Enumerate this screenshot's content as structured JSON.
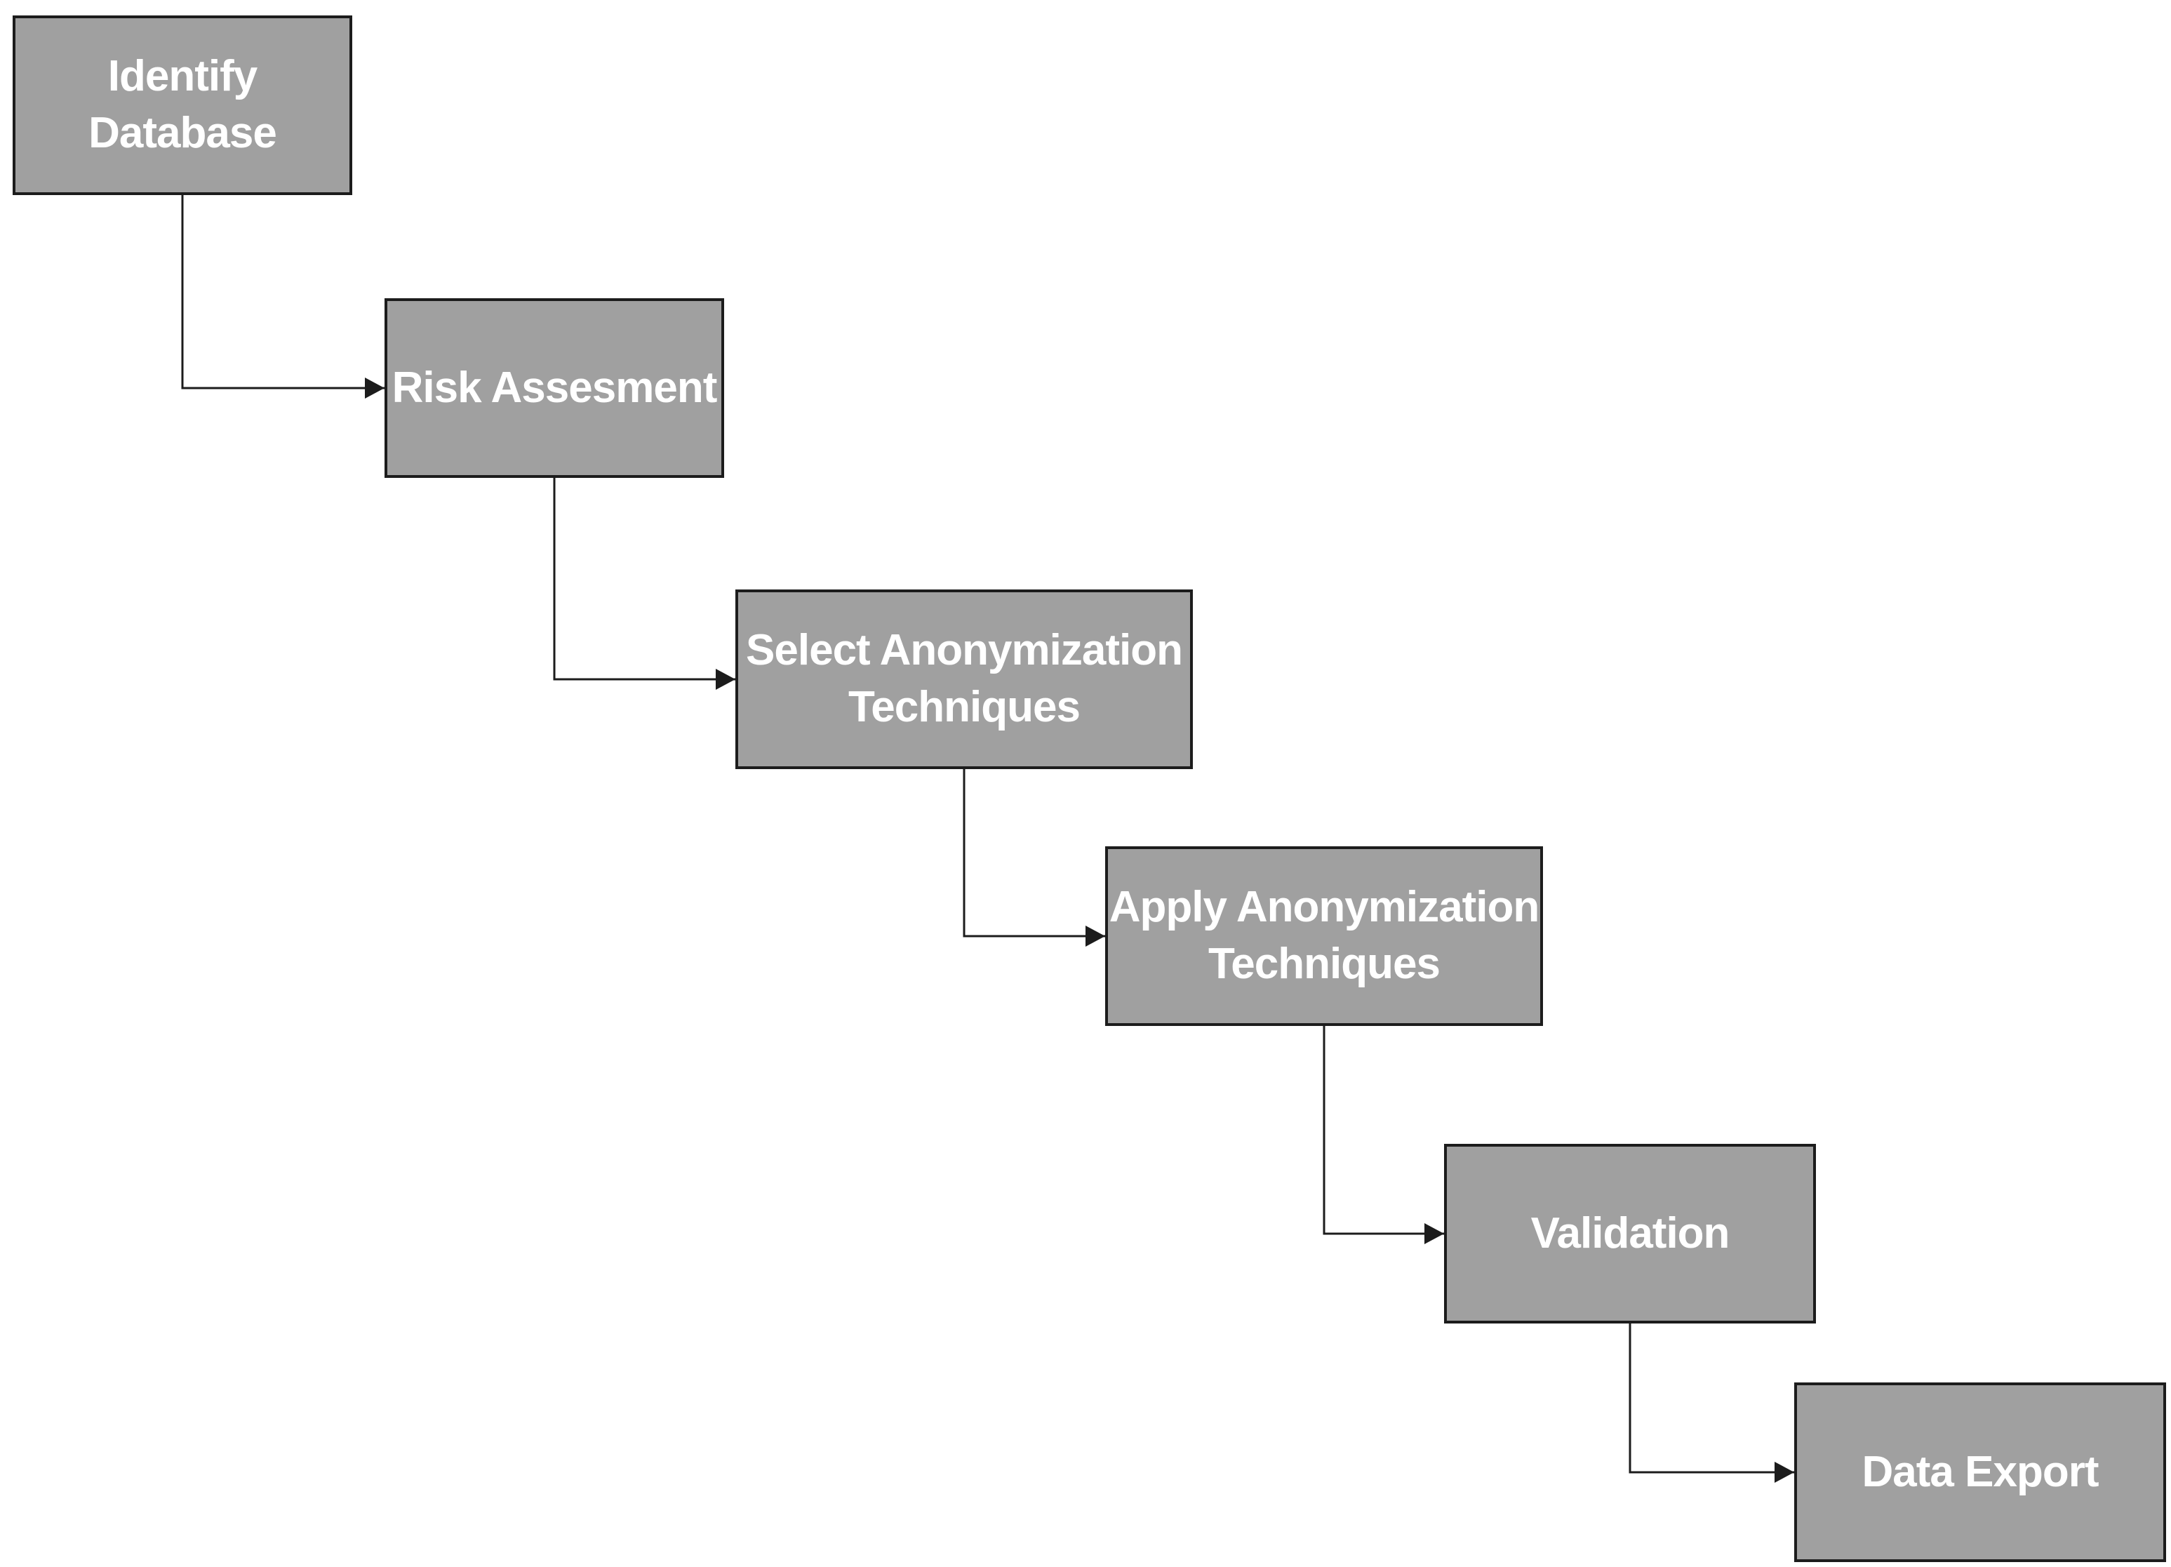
{
  "diagram": {
    "steps": [
      {
        "label": "Identify Database"
      },
      {
        "label": "Risk Assesment"
      },
      {
        "label": "Select Anonymization\nTechniques"
      },
      {
        "label": "Apply Anonymization\nTechniques"
      },
      {
        "label": "Validation"
      },
      {
        "label": "Data Export"
      }
    ],
    "connections": [
      {
        "from": 0,
        "to": 1
      },
      {
        "from": 1,
        "to": 2
      },
      {
        "from": 2,
        "to": 3
      },
      {
        "from": 3,
        "to": 4
      },
      {
        "from": 4,
        "to": 5
      }
    ],
    "colors": {
      "box_fill": "#a0a0a0",
      "box_border": "#1c1c1c",
      "text": "#ffffff",
      "connector": "#1c1c1c"
    }
  }
}
